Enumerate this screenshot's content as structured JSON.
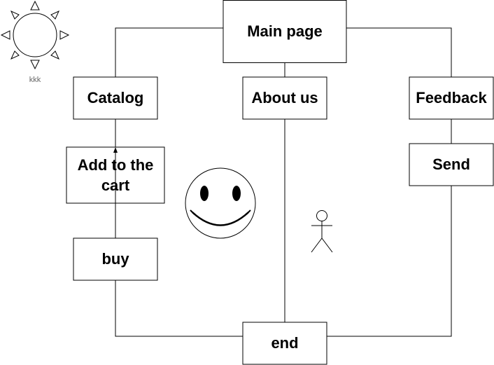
{
  "nodes": {
    "main_page": "Main page",
    "catalog": "Catalog",
    "about_us": "About us",
    "feedback": "Feedback",
    "add_to_cart_line1": "Add to the",
    "add_to_cart_line2": "cart",
    "send": "Send",
    "buy": "buy",
    "end": "end"
  },
  "decorations": {
    "sun_caption": "kkk",
    "sun_icon": "sun-icon",
    "smiley_icon": "smiley-face-icon",
    "actor_icon": "stick-figure-icon"
  },
  "colors": {
    "stroke": "#000000",
    "background": "#ffffff",
    "caption": "#666666"
  }
}
